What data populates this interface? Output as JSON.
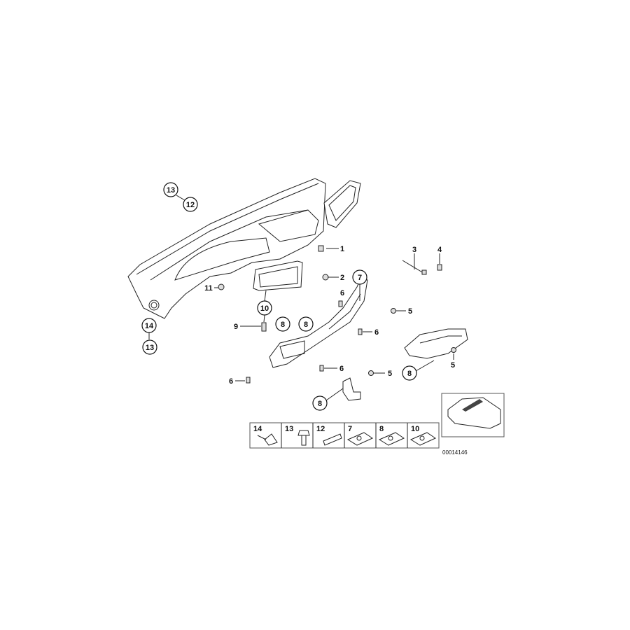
{
  "diagram": {
    "callouts": [
      {
        "label": "13",
        "circled": true
      },
      {
        "label": "12",
        "circled": true
      },
      {
        "label": "1",
        "circled": false
      },
      {
        "label": "2",
        "circled": false
      },
      {
        "label": "3",
        "circled": false
      },
      {
        "label": "4",
        "circled": false
      },
      {
        "label": "11",
        "circled": false
      },
      {
        "label": "10",
        "circled": true
      },
      {
        "label": "6",
        "circled": false
      },
      {
        "label": "7",
        "circled": true
      },
      {
        "label": "5",
        "circled": false
      },
      {
        "label": "14",
        "circled": true
      },
      {
        "label": "13",
        "circled": true
      },
      {
        "label": "9",
        "circled": false
      },
      {
        "label": "8",
        "circled": true
      },
      {
        "label": "8",
        "circled": true
      },
      {
        "label": "6",
        "circled": false
      },
      {
        "label": "6",
        "circled": false
      },
      {
        "label": "6",
        "circled": false
      },
      {
        "label": "5",
        "circled": false
      },
      {
        "label": "8",
        "circled": true
      },
      {
        "label": "5",
        "circled": false
      },
      {
        "label": "8",
        "circled": true
      }
    ],
    "legend": [
      "14",
      "13",
      "12",
      "7",
      "8",
      "10"
    ],
    "diagram_code": "00014146"
  }
}
